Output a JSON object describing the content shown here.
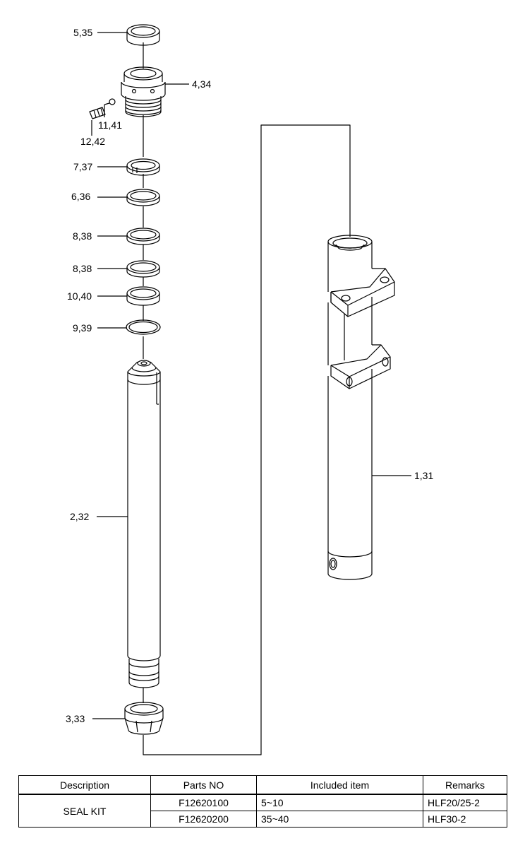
{
  "callouts": {
    "c5": "5,35",
    "c4": "4,34",
    "c11": "11,41",
    "c12": "12,42",
    "c7": "7,37",
    "c6": "6,36",
    "c8a": "8,38",
    "c8b": "8,38",
    "c10": "10,40",
    "c9": "9,39",
    "c2": "2,32",
    "c1": "1,31",
    "c3": "3,33"
  },
  "table": {
    "headers": [
      "Description",
      "Parts NO",
      "Included item",
      "Remarks"
    ],
    "description": "SEAL KIT",
    "rows": [
      {
        "part_no": "F12620100",
        "included": "5~10",
        "remarks": "HLF20/25-2"
      },
      {
        "part_no": "F12620200",
        "included": "35~40",
        "remarks": "HLF30-2"
      }
    ]
  }
}
